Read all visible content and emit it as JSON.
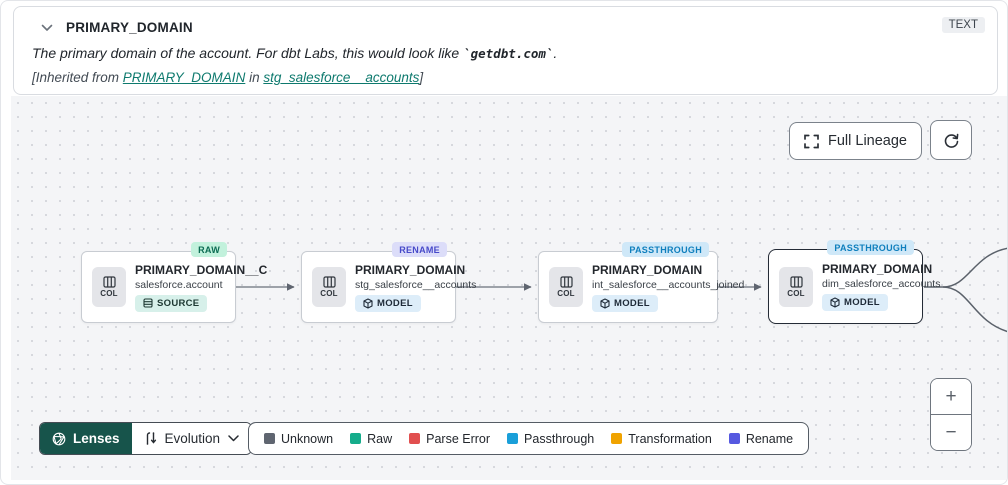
{
  "header": {
    "title": "PRIMARY_DOMAIN",
    "type_badge": "TEXT",
    "description_prefix": "The primary domain of the account. For dbt Labs, this would look like ",
    "description_code": "`getdbt.com`",
    "description_suffix": ".",
    "inherited_prefix": "[Inherited from ",
    "inherited_link_column": "PRIMARY_DOMAIN",
    "inherited_middle": " in ",
    "inherited_link_model": "stg_salesforce__accounts",
    "inherited_suffix": "]"
  },
  "toolbar": {
    "full_lineage_label": "Full Lineage",
    "refresh_icon": "refresh-icon",
    "expand_icon": "expand-corners-icon"
  },
  "nodes": [
    {
      "tag": "RAW",
      "title": "PRIMARY_DOMAIN__C",
      "subtitle": "salesforce.account",
      "type_label": "SOURCE",
      "chip_label": "COL",
      "selected": false
    },
    {
      "tag": "RENAME",
      "title": "PRIMARY_DOMAIN",
      "subtitle": "stg_salesforce__accounts",
      "type_label": "MODEL",
      "chip_label": "COL",
      "selected": false
    },
    {
      "tag": "PASSTHROUGH",
      "title": "PRIMARY_DOMAIN",
      "subtitle": "int_salesforce__accounts_joined",
      "type_label": "MODEL",
      "chip_label": "COL",
      "selected": false
    },
    {
      "tag": "PASSTHROUGH",
      "title": "PRIMARY_DOMAIN",
      "subtitle": "dim_salesforce_accounts",
      "type_label": "MODEL",
      "chip_label": "COL",
      "selected": true
    }
  ],
  "lenses": {
    "label": "Lenses",
    "selected_lens": "Evolution"
  },
  "legend": [
    {
      "label": "Unknown",
      "color": "#5f6570"
    },
    {
      "label": "Raw",
      "color": "#15ac8b"
    },
    {
      "label": "Parse Error",
      "color": "#e14f4f"
    },
    {
      "label": "Passthrough",
      "color": "#1a9fd9"
    },
    {
      "label": "Transformation",
      "color": "#f0a300"
    },
    {
      "label": "Rename",
      "color": "#5659e0"
    }
  ],
  "zoom_controls": {
    "zoom_in": "+",
    "zoom_out": "−"
  },
  "colors": {
    "lenses_button_bg": "#17544b",
    "canvas_bg": "#f4f5f7",
    "link_teal": "#0e7a6e",
    "tag_raw_bg": "#c2f1dc",
    "tag_raw_text": "#0b6b52",
    "tag_rename_bg": "#dcddf9",
    "tag_rename_text": "#474ac9",
    "tag_passthrough_bg": "#cfe8f8",
    "tag_passthrough_text": "#0f7fbd",
    "selected_node_border": "#242b36"
  }
}
